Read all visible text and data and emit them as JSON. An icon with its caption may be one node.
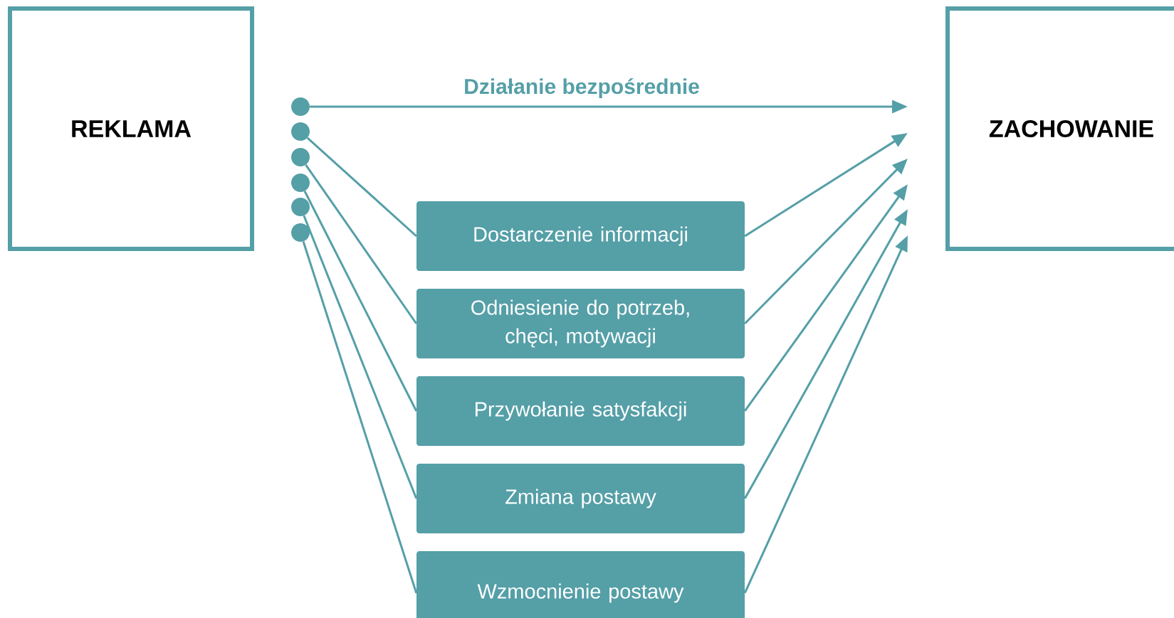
{
  "diagram": {
    "nodes": [
      {
        "text": [
          "REKLAMA"
        ]
      },
      {
        "text": [
          "ZACHOWANIE"
        ]
      },
      {
        "text": [],
        "shape": "circle"
      },
      {
        "text": [],
        "shape": "circle"
      },
      {
        "text": [],
        "shape": "circle"
      },
      {
        "text": [],
        "shape": "circle"
      },
      {
        "text": [],
        "shape": "circle"
      },
      {
        "text": [],
        "shape": "circle"
      },
      {
        "text": [
          "Dostarczenie informacji"
        ]
      },
      {
        "text": [
          "Odniesienie do potrzeb, chęci, motywacji"
        ]
      },
      {
        "text": [
          "Przywołanie satysfakcji"
        ]
      },
      {
        "text": [
          "Zmiana postawy"
        ]
      },
      {
        "text": [
          "Wzmocnienie postawy"
        ]
      }
    ],
    "edges": [
      {
        "from": 2,
        "to": 1,
        "arrow": "to",
        "label": "Działanie bezpośrednie"
      },
      {
        "from": 3,
        "to": 8,
        "arrow": "none"
      },
      {
        "from": 4,
        "to": 9,
        "arrow": "none"
      },
      {
        "from": 5,
        "to": 10,
        "arrow": "none"
      },
      {
        "from": 6,
        "to": 11,
        "arrow": "none"
      },
      {
        "from": 7,
        "to": 12,
        "arrow": "none"
      },
      {
        "from": 8,
        "to": 1,
        "arrow": "to"
      },
      {
        "from": 9,
        "to": 1,
        "arrow": "to"
      },
      {
        "from": 10,
        "to": 1,
        "arrow": "to"
      },
      {
        "from": 11,
        "to": 1,
        "arrow": "to"
      },
      {
        "from": 12,
        "to": 1,
        "arrow": "to"
      }
    ]
  }
}
